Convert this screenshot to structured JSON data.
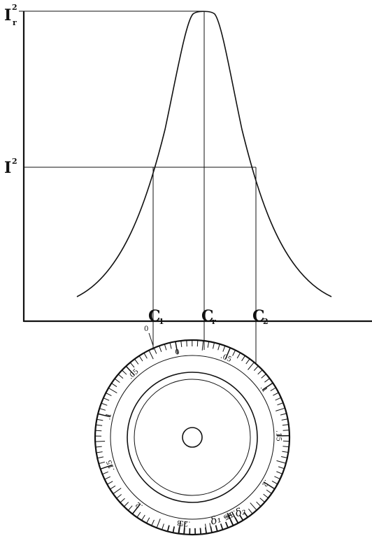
{
  "labels": {
    "y_top": {
      "main": "I",
      "sup": "2",
      "sub": "r"
    },
    "y_mid": {
      "main": "I",
      "sup": "2"
    },
    "c1": {
      "main": "C",
      "sub": "1"
    },
    "cr": {
      "main": "C",
      "sub": "r"
    },
    "c2": {
      "main": "C",
      "sub": "2"
    },
    "index_zero": "0",
    "dial_caption": "δ₁ + δ₂"
  },
  "scale_labels": {
    "right": [
      "0",
      ".05",
      ".1",
      ".15",
      ".2",
      ".25",
      ".3"
    ],
    "left": [
      "0",
      ".05",
      ".1",
      ".15",
      ".2",
      ".25",
      ".3"
    ]
  },
  "colors": {
    "ink": "#111111",
    "paper": "#ffffff"
  }
}
